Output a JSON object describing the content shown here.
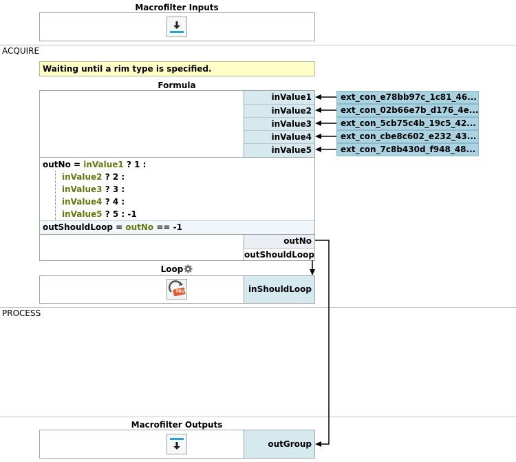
{
  "macro_inputs": {
    "title": "Macrofilter Inputs",
    "icon": "download-icon"
  },
  "sections": {
    "acquire": "ACQUIRE",
    "process": "PROCESS"
  },
  "warning": "Waiting until a rim type is specified.",
  "formula": {
    "title": "Formula",
    "inputs": [
      "inValue1",
      "inValue2",
      "inValue3",
      "inValue4",
      "inValue5"
    ],
    "connections": [
      "ext_con_e78bb97c_1c81_46...",
      "ext_con_02b66e7b_d176_4e...",
      "ext_con_5cb75c4b_19c5_42...",
      "ext_con_cbe8c602_e232_43...",
      "ext_con_7c8b430d_f948_48..."
    ],
    "expr_outno": {
      "lhs": "outNo",
      "eq": " = ",
      "lines": [
        {
          "var": "inValue1",
          "rest": " ? 1 :"
        },
        {
          "var": "inValue2",
          "rest": " ? 2 :"
        },
        {
          "var": "inValue3",
          "rest": " ? 3 :"
        },
        {
          "var": "inValue4",
          "rest": " ? 4 :"
        },
        {
          "var": "inValue5",
          "rest": " ? 5 : -1"
        }
      ]
    },
    "expr_loop": {
      "lhs": "outShouldLoop",
      "eq": " = ",
      "var": "outNo",
      "rest": " == -1"
    },
    "outputs": [
      "outNo",
      "outShouldLoop"
    ]
  },
  "loop": {
    "title": "Loop",
    "gear_icon": "gear-icon",
    "icon": "loop-true-icon",
    "input": "inShouldLoop",
    "badge": "TRUE"
  },
  "macro_outputs": {
    "title": "Macrofilter Outputs",
    "icon": "upload-icon",
    "output": "outGroup"
  },
  "colors": {
    "port": "#d6e9ef",
    "connection": "#a9d3e1",
    "warning": "#fefec6",
    "variable": "#5f7a0e"
  }
}
